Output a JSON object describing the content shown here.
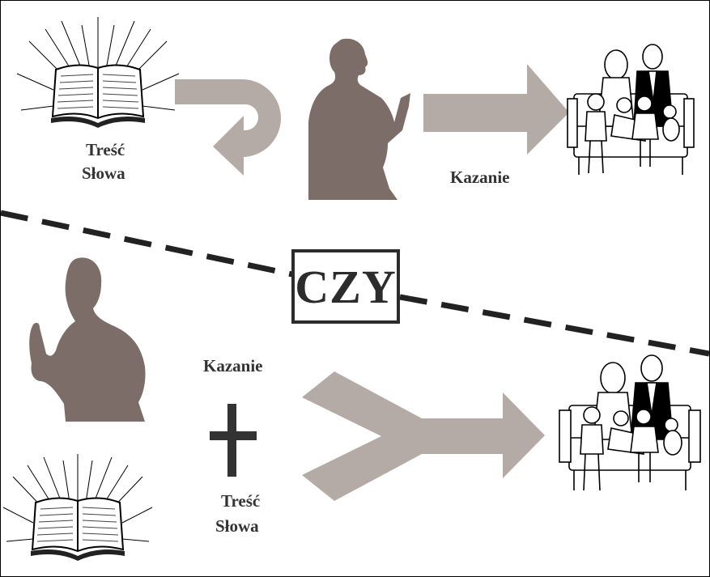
{
  "colors": {
    "arrow": "#b5aba6",
    "silhouette": "#7c6d69",
    "plus": "#333333",
    "dash": "#222222"
  },
  "top": {
    "source_label": "Treść Słowa",
    "source_line1": "Treść",
    "source_line2": "Słowa",
    "output_label": "Kazanie",
    "book_icon": "open-bible-icon",
    "preacher_icon": "reading-preacher-silhouette",
    "audience_icon": "family-on-bench-icon"
  },
  "divider": {
    "label": "CZY"
  },
  "bottom": {
    "sermon_label": "Kazanie",
    "source_line1": "Treść",
    "source_line2": "Słowa",
    "operator": "plus",
    "preacher_icon": "gesturing-preacher-silhouette",
    "book_icon": "open-bible-icon",
    "audience_icon": "family-on-bench-icon"
  }
}
